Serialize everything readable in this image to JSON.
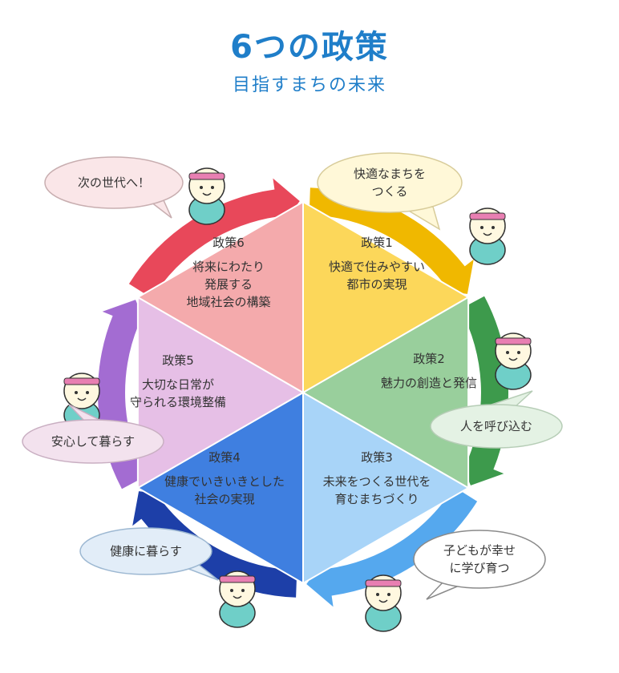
{
  "title": "6つの政策",
  "subtitle": "目指すまちの未来",
  "colors": {
    "title": "#1f7ec9",
    "seg1": "#fcd75a",
    "seg2": "#99cf9c",
    "seg3": "#a8d4f8",
    "seg4": "#3f7fe0",
    "seg5": "#e6bfe6",
    "seg6": "#f4aaac",
    "arrow1": "#f0b800",
    "arrow2": "#3d9a4c",
    "arrow3": "#55a8ee",
    "arrow4": "#1d3fa8",
    "arrow5": "#a36cd2",
    "arrow6": "#e8485a"
  },
  "policies": [
    {
      "heading": "政策1",
      "lines": [
        "快適で住みやすい",
        "都市の実現"
      ]
    },
    {
      "heading": "政策2",
      "lines": [
        "魅力の創造と発信"
      ]
    },
    {
      "heading": "政策3",
      "lines": [
        "未来をつくる世代を",
        "育むまちづくり"
      ]
    },
    {
      "heading": "政策4",
      "lines": [
        "健康でいきいきとした",
        "社会の実現"
      ]
    },
    {
      "heading": "政策5",
      "lines": [
        "大切な日常が",
        "守られる環境整備"
      ]
    },
    {
      "heading": "政策6",
      "lines": [
        "将来にわたり",
        "発展する",
        "地域社会の構築"
      ]
    }
  ],
  "bubbles": [
    {
      "lines": [
        "快適なまちを",
        "つくる"
      ]
    },
    {
      "lines": [
        "人を呼び込む"
      ]
    },
    {
      "lines": [
        "子どもが幸せ",
        "に学び育つ"
      ]
    },
    {
      "lines": [
        "健康に暮らす"
      ]
    },
    {
      "lines": [
        "安心して暮らす"
      ]
    },
    {
      "lines": [
        "次の世代へ！"
      ]
    }
  ]
}
